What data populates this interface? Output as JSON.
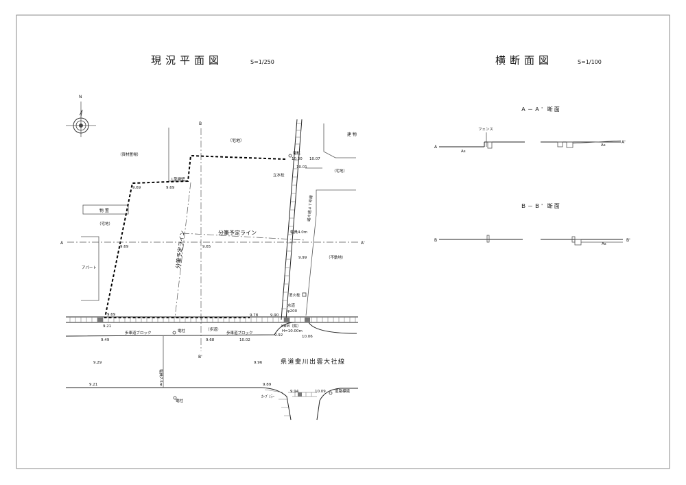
{
  "plan": {
    "title": "現況平面図",
    "scale": "S=1/250",
    "north": "N",
    "section_marks": {
      "a": "A",
      "a_prime": "A'",
      "b": "B",
      "b_prime": "B'"
    },
    "labels": {
      "takuchi_top": "（宅地）",
      "shizai": "（資材置場）",
      "kenbutsu": "建 物",
      "denchu_top": "電柱",
      "takuchi_right": "（宅地）",
      "kokyo": "L型擁壁",
      "tachisuisen": "立水栓",
      "monooki": "物 置",
      "takuchi_left": "（宅地）",
      "bunpitsu_h": "分筆予定ライン",
      "bunpitsu_v": "分筆予定ライン",
      "haba_4": "幅員4.0m",
      "sokko": "嵯々峨４７号線",
      "apart": "アパート",
      "fumeichi": "（不動地）",
      "shokasen": "消火栓",
      "suido": "水道",
      "suido_dia": "φ200",
      "kbm": "KBM（鋲）",
      "kbm_h": "H=10.00m",
      "hodo_block_l": "歩車道ブロック",
      "denchu_mid": "電柱",
      "hodo": "（歩道）",
      "hodo_block_r": "歩車道ブロック",
      "kendo": "県道斐川出雲大社線",
      "haba_75": "幅員7.5m",
      "denchu_bottom": "電柱",
      "curve_mirror": "ｶｰﾌﾞﾐﾗｰ",
      "doro_hyoshiki": "道路標識"
    },
    "elevations": {
      "e1030": "10.30",
      "e1007": "10.07",
      "e1001": "10.01",
      "e969a": "9.69",
      "e969b": "9.69",
      "e969c": "9.69",
      "e965": "9.65",
      "e999": "9.99",
      "e969d": "9.69",
      "e978": "9.78",
      "e990": "9.90",
      "e921a": "9.21",
      "e949": "9.49",
      "e968": "9.68",
      "e1002": "10.02",
      "e992": "9.92",
      "e1006": "10.06",
      "e929": "9.29",
      "e996": "9.96",
      "e921b": "9.21",
      "e989": "9.89",
      "e994": "9.94",
      "e1009": "10.09"
    }
  },
  "cross": {
    "title": "横断面図",
    "scale": "S=1/100",
    "aa": {
      "title": "Ａ－Ａ' 断面",
      "left": "A",
      "right": "A'",
      "fence": "フェンス",
      "as1": "As",
      "as2": "As"
    },
    "bb": {
      "title": "Ｂ－Ｂ' 断面",
      "left": "B",
      "right": "B'",
      "as1": "As"
    }
  }
}
